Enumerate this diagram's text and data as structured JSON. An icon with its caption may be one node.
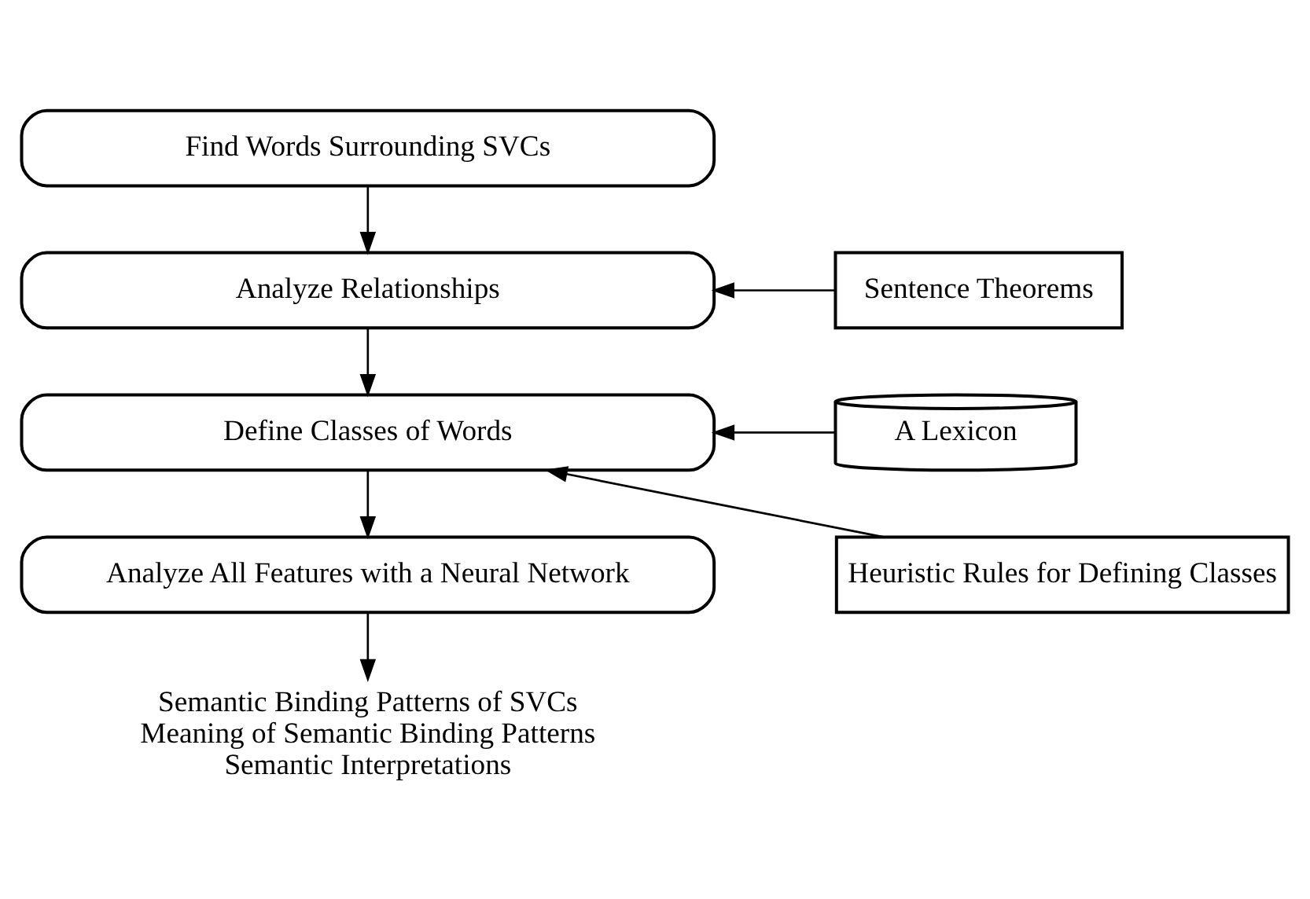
{
  "diagram": {
    "nodes": [
      {
        "text": [
          "Find Words Surrounding SVCs"
        ]
      },
      {
        "text": [
          "Analyze Relationships"
        ]
      },
      {
        "text": [
          "Sentence Theorems"
        ]
      },
      {
        "text": [
          "Define Classes of Words"
        ]
      },
      {
        "text": [
          "A Lexicon"
        ]
      },
      {
        "text": [
          "Analyze All Features with a Neural Network"
        ]
      },
      {
        "text": [
          "Heuristic Rules for Defining Classes"
        ]
      },
      {
        "text": [
          "Semantic Binding Patterns of SVCs",
          "Meaning of Semantic Binding Patterns",
          "Semantic Interpretations"
        ]
      }
    ],
    "edges": [
      {
        "from": 0,
        "to": 1,
        "arrow": "to"
      },
      {
        "from": 2,
        "to": 1,
        "arrow": "to"
      },
      {
        "from": 1,
        "to": 3,
        "arrow": "to"
      },
      {
        "from": 4,
        "to": 3,
        "arrow": "to"
      },
      {
        "from": 6,
        "to": 3,
        "arrow": "to"
      },
      {
        "from": 3,
        "to": 5,
        "arrow": "to"
      },
      {
        "from": 5,
        "to": 7,
        "arrow": "to"
      }
    ]
  }
}
